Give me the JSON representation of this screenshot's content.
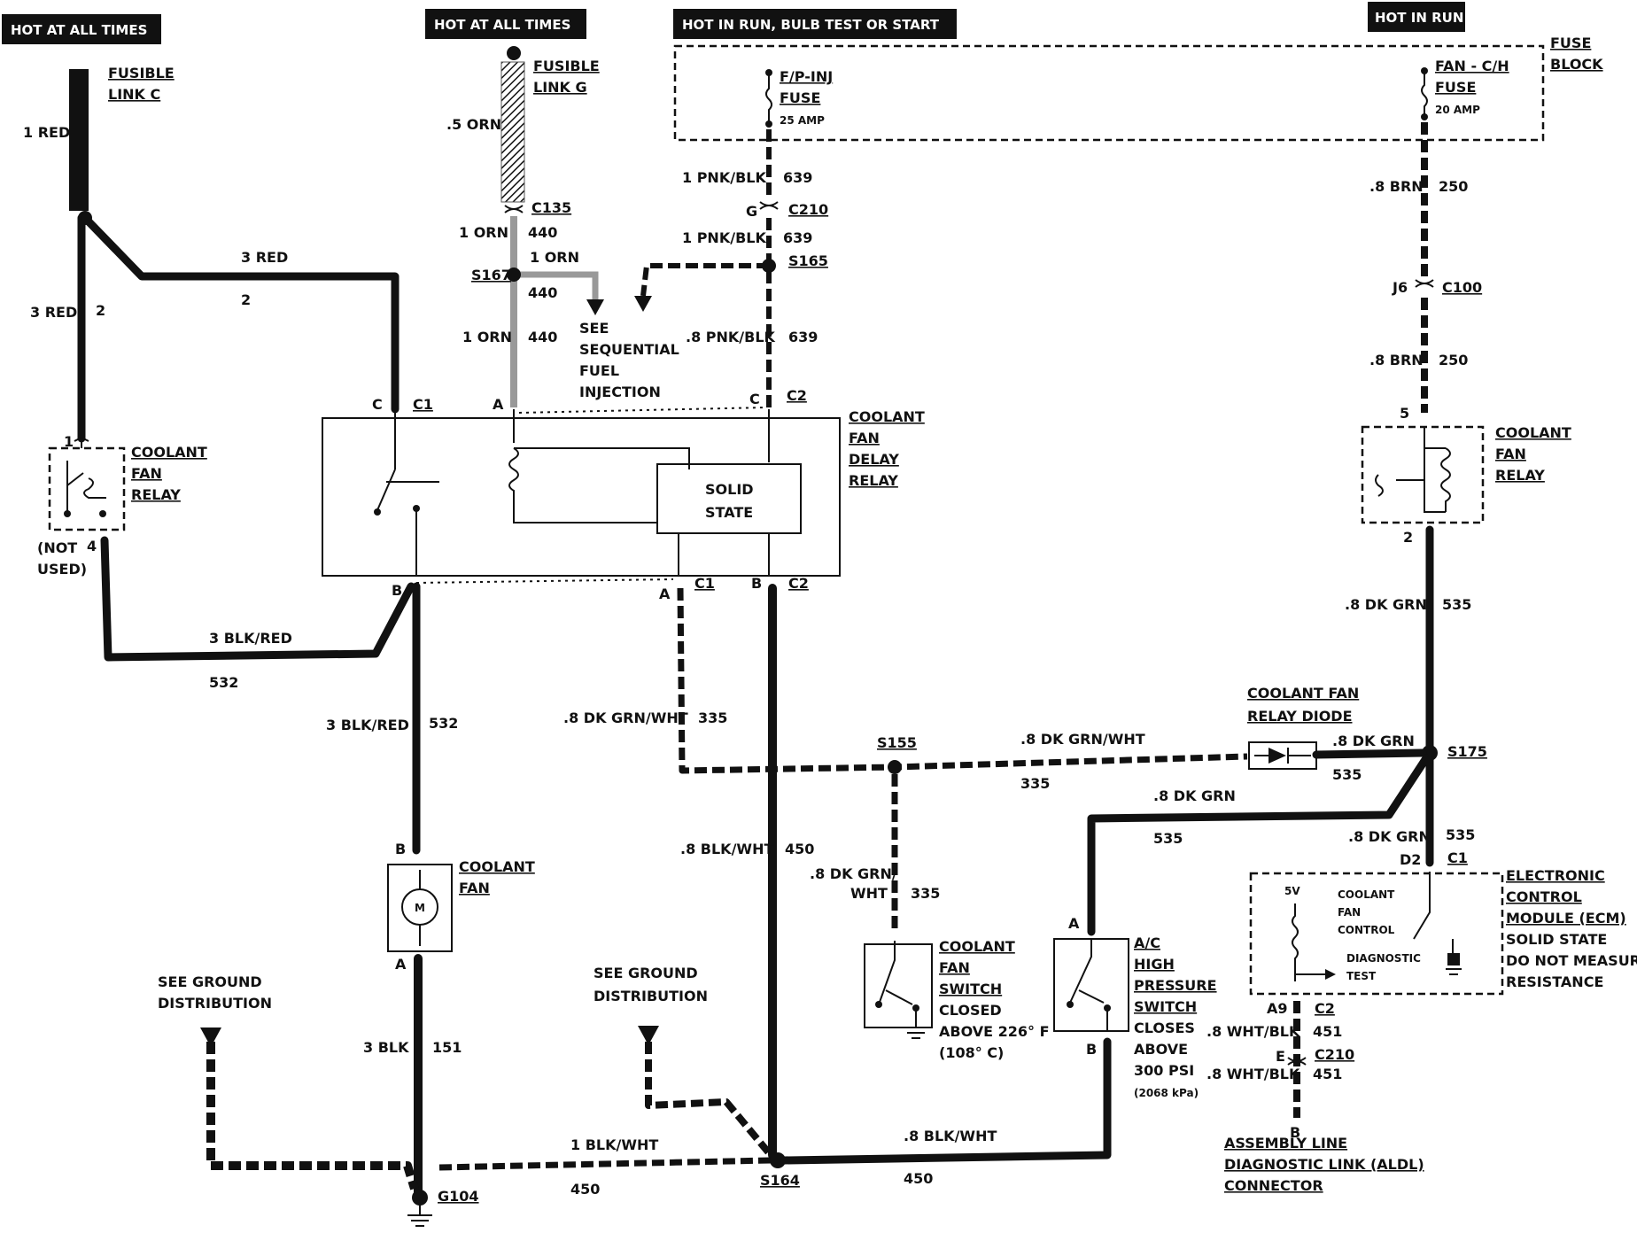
{
  "headers": {
    "hot_left": "HOT AT ALL TIMES",
    "hot_mid": "HOT AT ALL TIMES",
    "hot_run_bulb": "HOT IN RUN, BULB TEST OR START",
    "hot_run": "HOT IN RUN"
  },
  "fuse_block": {
    "l1": "FUSE",
    "l2": "BLOCK"
  },
  "fusible_c": {
    "l1": "FUSIBLE",
    "l2": "LINK C",
    "wire": "1 RED"
  },
  "fusible_g": {
    "l1": "FUSIBLE",
    "l2": "LINK G",
    "wire": ".5 ORN"
  },
  "fuse_fp": {
    "l1": "F/P-INJ",
    "l2": "FUSE",
    "amp": "25 AMP"
  },
  "fuse_fan": {
    "l1": "FAN - C/H",
    "l2": "FUSE",
    "amp": "20 AMP"
  },
  "connectors": {
    "c135": "C135",
    "c210": "C210",
    "c210_g": "G",
    "s165": "S165",
    "s167": "S167",
    "c100": "C100",
    "c100_j6": "J6",
    "c1": "C1",
    "c2": "C2",
    "pin_c": "C",
    "pin_a": "A",
    "pin_b": "B",
    "pin_1": "1",
    "pin_4": "4",
    "pin_5": "5",
    "pin_2": "2",
    "s155": "S155",
    "s175": "S175",
    "s164": "S164",
    "g104": "G104",
    "d2": "D2",
    "a9": "A9",
    "e": "E"
  },
  "wires": {
    "red3": "3 RED",
    "num2": "2",
    "red1": "1 RED",
    "orn1": "1 ORN",
    "n440": "440",
    "pnkblk1": "1 PNK/BLK",
    "n639": "639",
    "pnkblk8": ".8 PNK/BLK",
    "brn8": ".8 BRN",
    "n250": "250",
    "blkred3": "3 BLK/RED",
    "n532": "532",
    "dkgrnwht": ".8 DK GRN/WHT",
    "dkgrnwht_a": ".8 DK GRN/",
    "dkgrnwht_b": "WHT",
    "n335": "335",
    "dkgrn": ".8 DK GRN",
    "n535": "535",
    "blkwht8": ".8 BLK/WHT",
    "n450": "450",
    "blkwht1": "1 BLK/WHT",
    "blk3": "3 BLK",
    "n151": "151",
    "whtblk": ".8 WHT/BLK",
    "n451": "451"
  },
  "labels": {
    "see_sfi": [
      "SEE",
      "SEQUENTIAL",
      "FUEL",
      "INJECTION"
    ],
    "cfr_left": [
      "COOLANT",
      "FAN",
      "RELAY"
    ],
    "not_used": [
      "(NOT",
      "USED)"
    ],
    "cfdr": [
      "COOLANT",
      "FAN",
      "DELAY",
      "RELAY"
    ],
    "solid_state": [
      "SOLID",
      "STATE"
    ],
    "cfr_right": [
      "COOLANT",
      "FAN",
      "RELAY"
    ],
    "diode": [
      "COOLANT FAN",
      "RELAY DIODE"
    ],
    "coolant_fan": [
      "COOLANT",
      "FAN"
    ],
    "motor": "M",
    "cfs": [
      "COOLANT",
      "FAN",
      "SWITCH",
      "CLOSED",
      "ABOVE 226° F",
      "(108° C)"
    ],
    "ac": [
      "A/C",
      "HIGH",
      "PRESSURE",
      "SWITCH",
      "CLOSES",
      "ABOVE",
      "300 PSI",
      "(2068 kPa)"
    ],
    "ecm": [
      "ELECTRONIC",
      "CONTROL",
      "MODULE (ECM)",
      "SOLID STATE",
      "DO NOT MEASURE",
      "RESISTANCE"
    ],
    "ecm_inner": [
      "5V",
      "COOLANT",
      "FAN",
      "CONTROL",
      "DIAGNOSTIC",
      "TEST"
    ],
    "ground_left": [
      "SEE GROUND",
      "DISTRIBUTION"
    ],
    "ground_mid": [
      "SEE GROUND",
      "DISTRIBUTION"
    ],
    "aldl": [
      "ASSEMBLY LINE",
      "DIAGNOSTIC LINK (ALDL)",
      "CONNECTOR"
    ]
  }
}
